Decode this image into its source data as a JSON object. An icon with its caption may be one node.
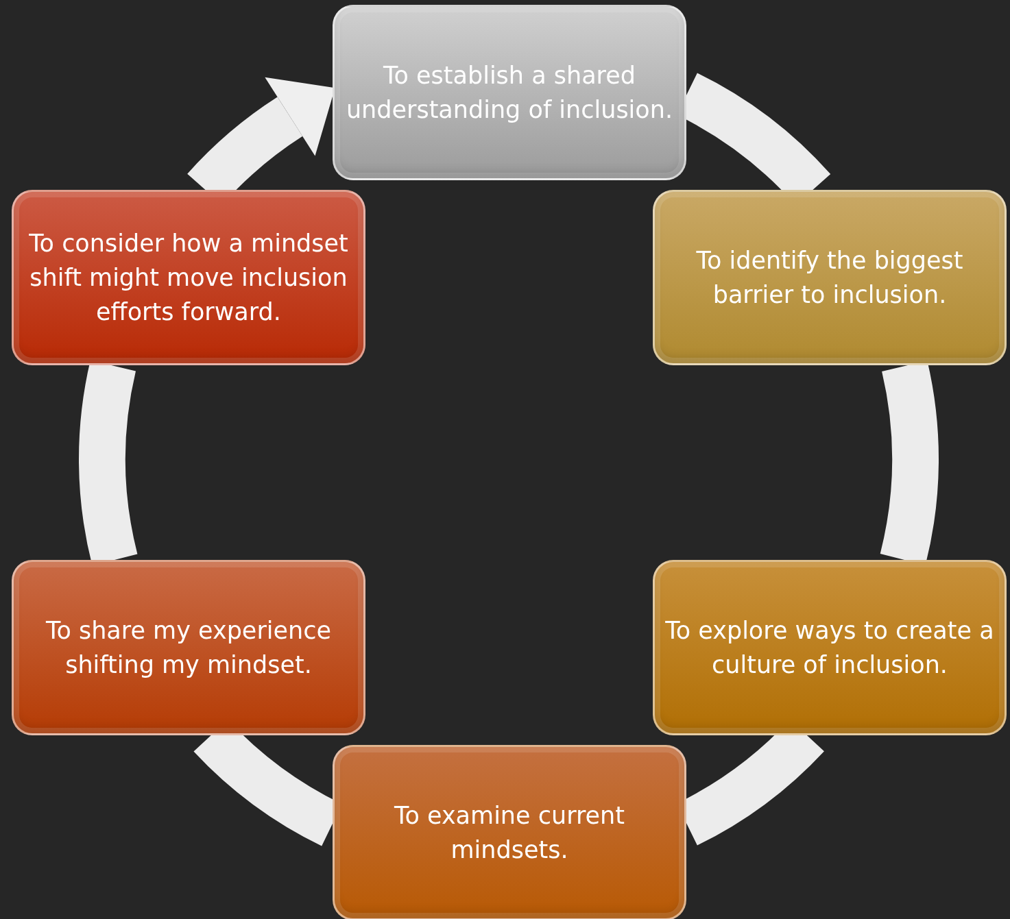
{
  "diagram": {
    "nodes": [
      {
        "text": [
          "To establish a shared understanding of inclusion."
        ]
      },
      {
        "text": [
          "To identify the biggest barrier to inclusion."
        ]
      },
      {
        "text": [
          "To explore ways to create a culture of inclusion."
        ]
      },
      {
        "text": [
          "To examine current mindsets."
        ]
      },
      {
        "text": [
          "To share my experience shifting my mindset."
        ]
      },
      {
        "text": [
          "To consider how a mindset shift might move inclusion efforts forward."
        ]
      }
    ],
    "edges": [
      {
        "from": 0,
        "to": 1,
        "arrow": "none"
      },
      {
        "from": 1,
        "to": 2,
        "arrow": "none"
      },
      {
        "from": 2,
        "to": 3,
        "arrow": "none"
      },
      {
        "from": 3,
        "to": 4,
        "arrow": "none"
      },
      {
        "from": 4,
        "to": 5,
        "arrow": "none"
      },
      {
        "from": 5,
        "to": 0,
        "arrow": "to"
      }
    ]
  }
}
